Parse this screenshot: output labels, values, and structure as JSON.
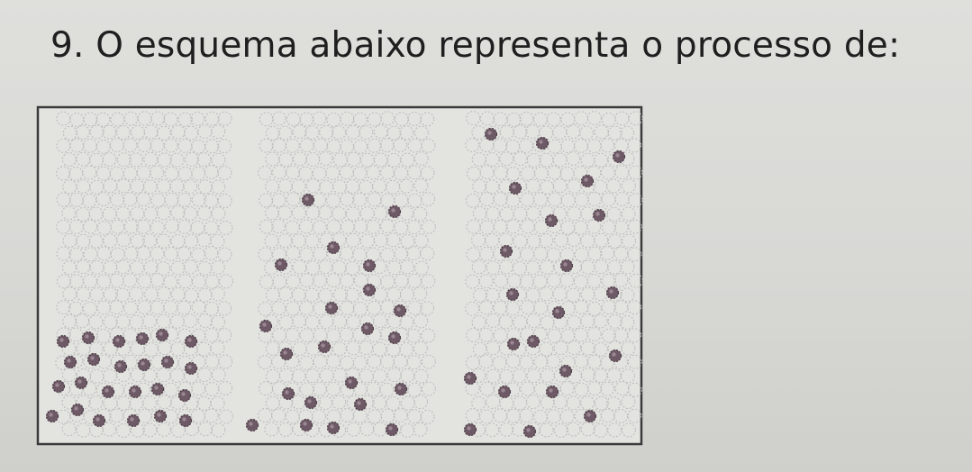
{
  "question": {
    "number": "9.",
    "text": "O esquema abaixo representa o processo de:"
  },
  "diagram": {
    "panels": [
      {
        "name": "left-panel",
        "solute_distribution": "concentrated at bottom"
      },
      {
        "name": "middle-panel",
        "solute_distribution": "partially spread"
      },
      {
        "name": "right-panel",
        "solute_distribution": "evenly spread"
      }
    ],
    "colors": {
      "border": "#3a3a3a",
      "box_fill": "#e3e3e0",
      "solvent_particle": "#bdbdbd",
      "solute_particle": "#6e5a66"
    }
  }
}
